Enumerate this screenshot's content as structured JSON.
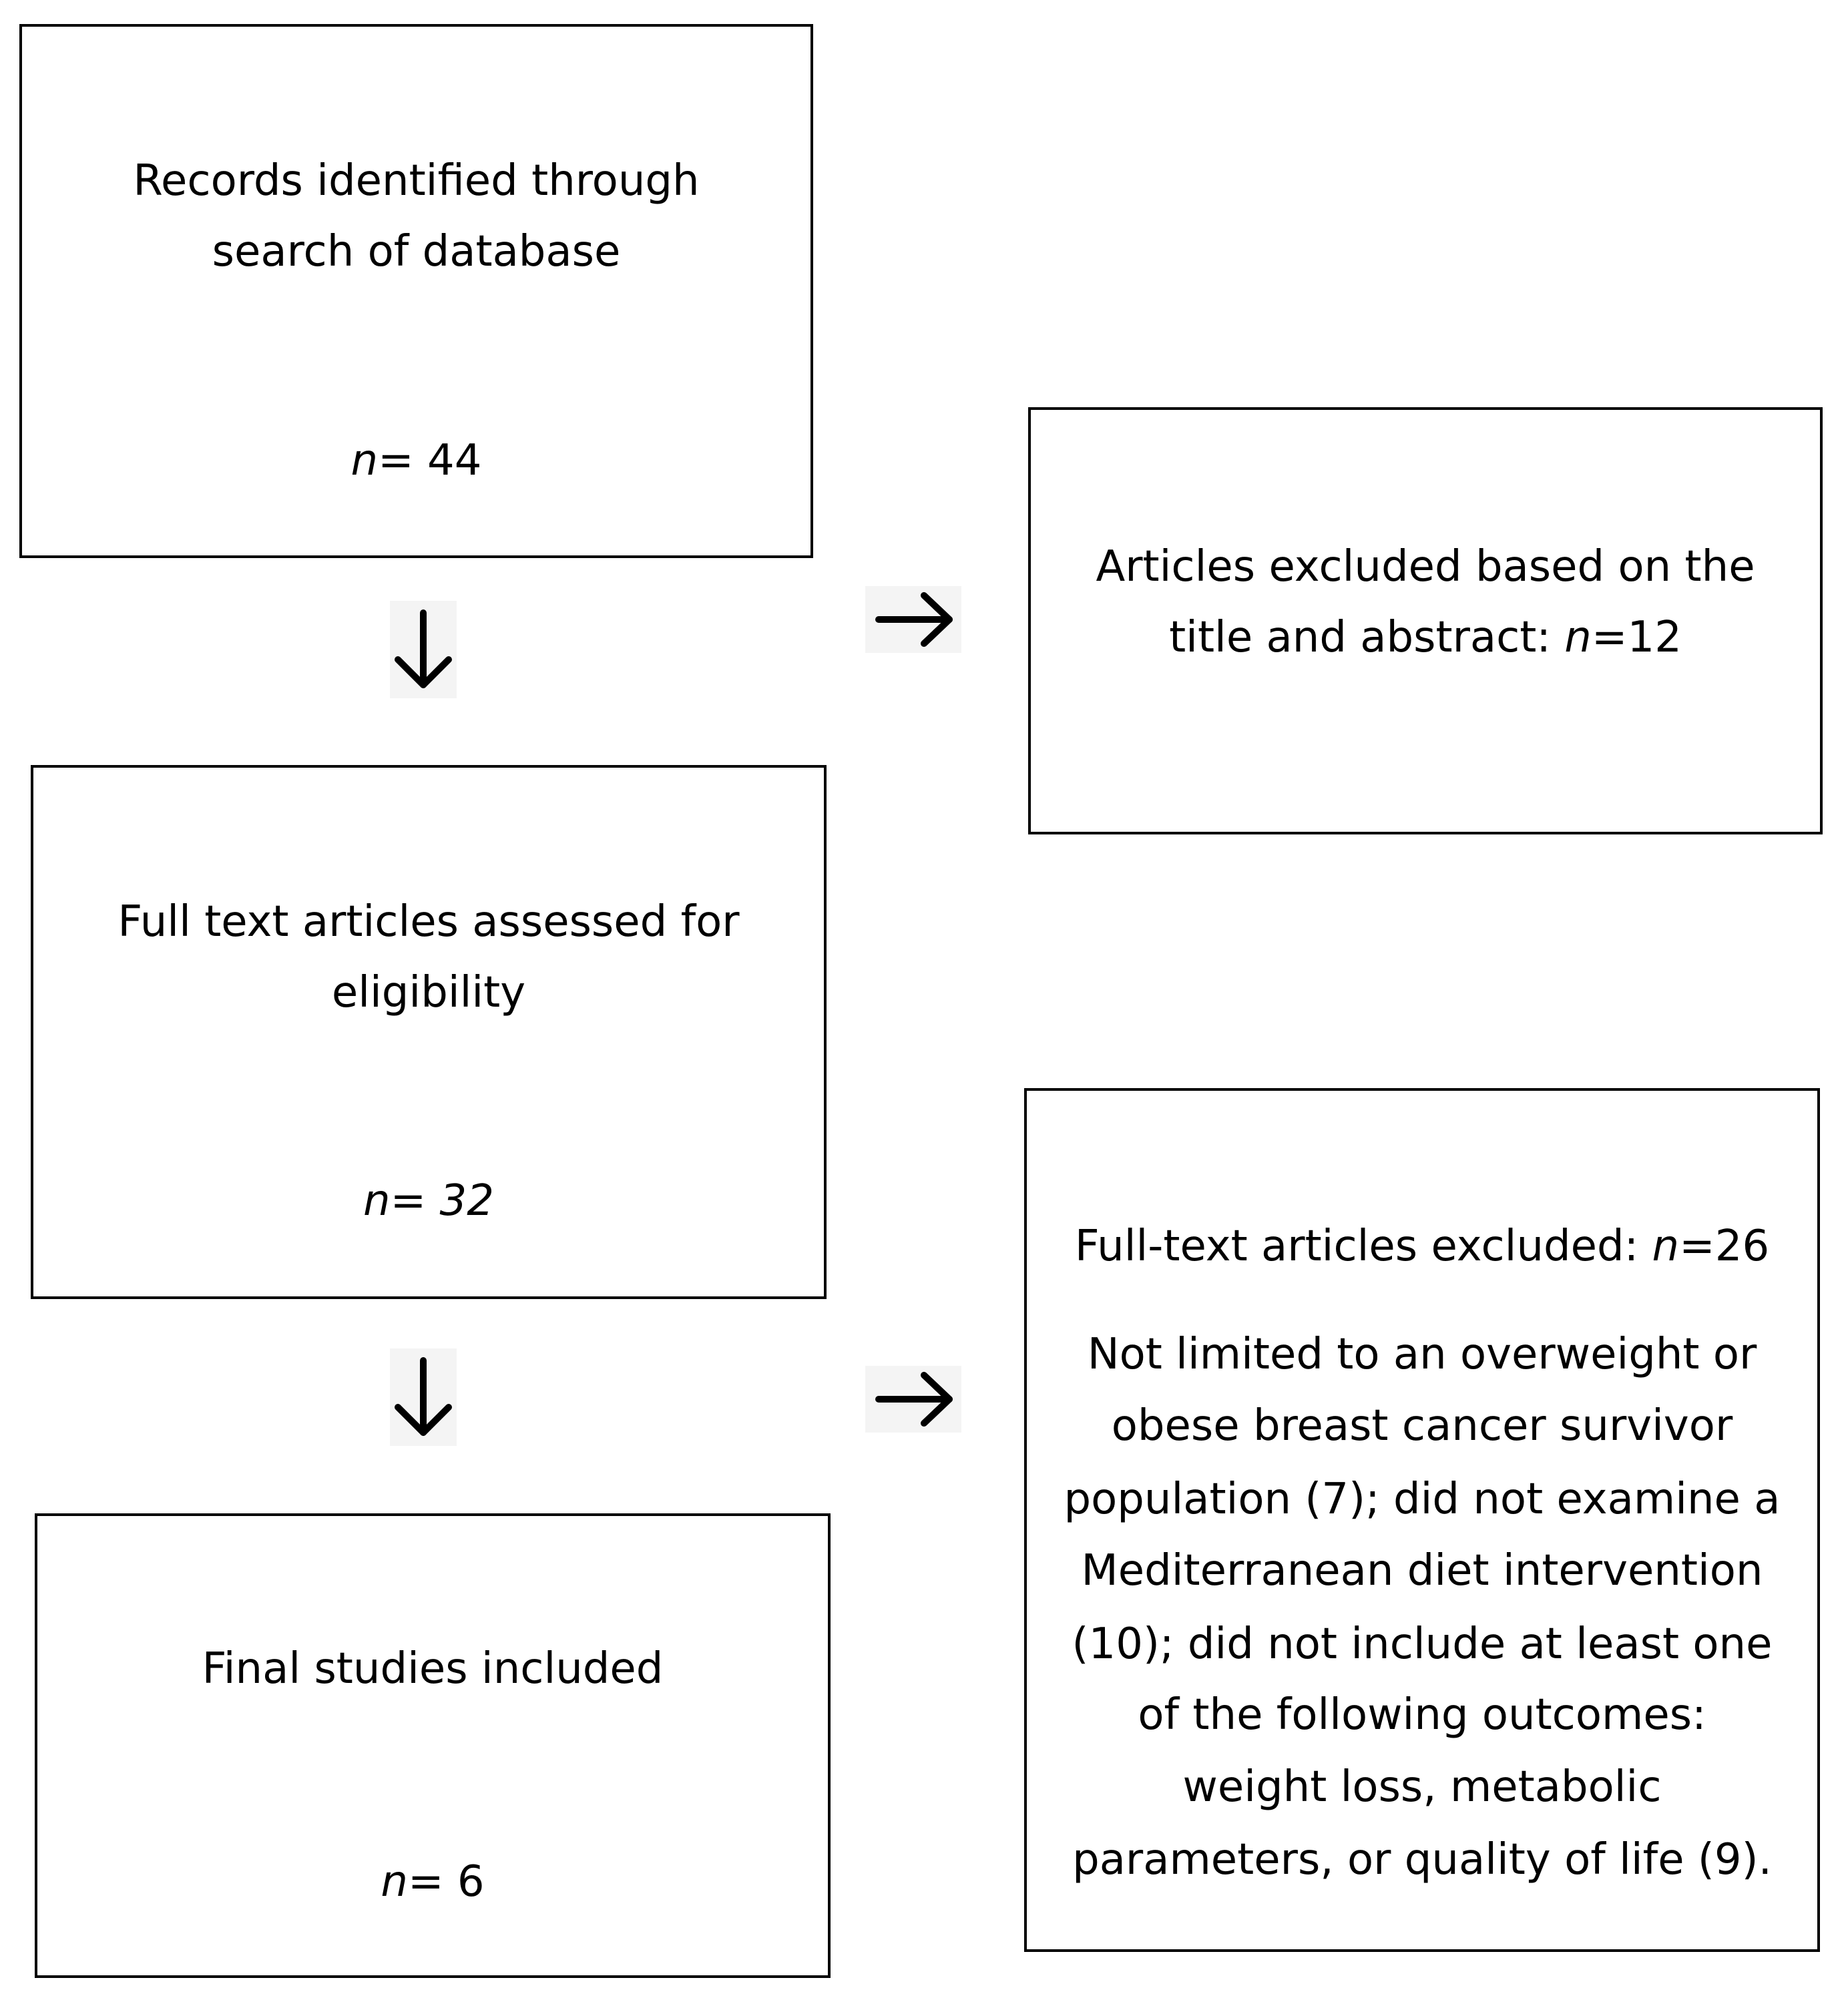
{
  "boxes": {
    "records": {
      "title_line1": "Records identified through",
      "title_line2": "search of database",
      "n_symbol": "n",
      "n_text": "= 44"
    },
    "excluded_title": {
      "line1": "Articles excluded based on the",
      "line2_prefix": "title and abstract: ",
      "n_symbol": "n",
      "n_text": "=12"
    },
    "full_text": {
      "title_line1": "Full text articles assessed for",
      "title_line2": "eligibility",
      "n_symbol": "n",
      "n_text": "= 32"
    },
    "excluded_full": {
      "header_prefix": "Full-text articles excluded: ",
      "n_symbol": "n",
      "n_text": "=26",
      "lines": [
        "Not limited to an overweight or",
        "obese breast cancer survivor",
        "population (7); did not examine a",
        "Mediterranean diet intervention",
        "(10); did not include at least one",
        "of the following outcomes:",
        "weight loss, metabolic",
        "parameters, or quality of life (9)."
      ]
    },
    "final": {
      "title": "Final studies included",
      "n_symbol": "n",
      "n_text": "= 6"
    }
  },
  "arrows": {
    "down_1": "down-arrow",
    "down_2": "down-arrow",
    "right_1": "right-arrow",
    "right_2": "right-arrow"
  }
}
